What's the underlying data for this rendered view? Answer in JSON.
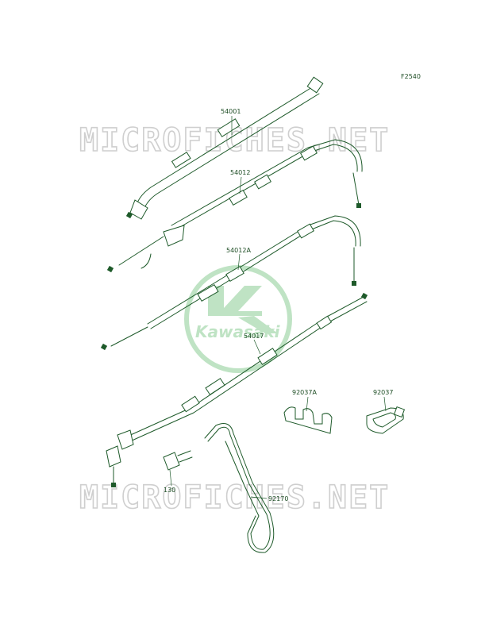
{
  "figure_code": "F2540",
  "watermark": {
    "text": "MICROFICHES.NET"
  },
  "brand_logo": {
    "text": "Kawasaki",
    "color": "#9fd4a8"
  },
  "part_labels": [
    "54001",
    "54012",
    "54012A",
    "54017",
    "92037A",
    "92037",
    "130",
    "92170"
  ],
  "colors": {
    "line": "#1e5a2a",
    "label": "#1d4d24",
    "watermark_outline": "#cfcfcf"
  }
}
